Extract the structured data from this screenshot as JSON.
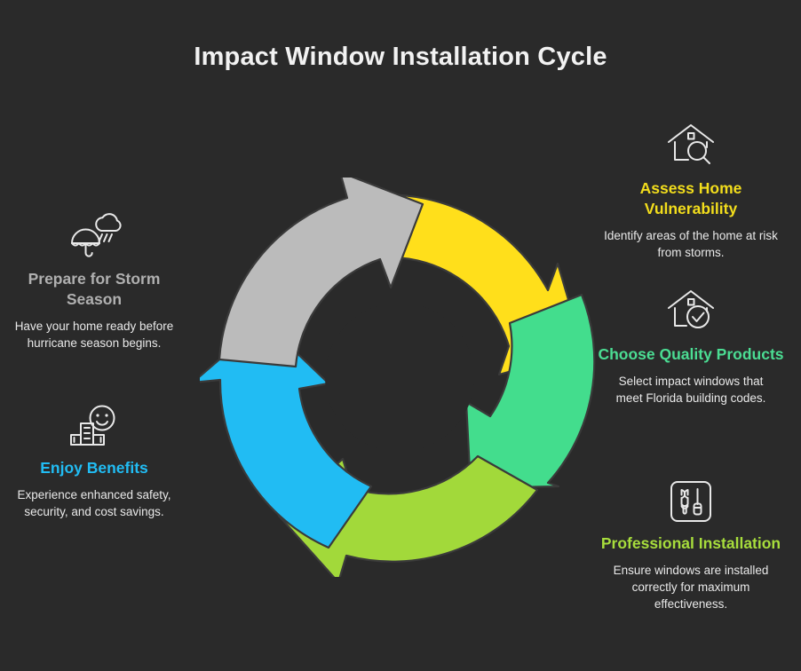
{
  "title": "Impact Window Installation Cycle",
  "theme": {
    "background": "#2a2a2a",
    "title_color": "#f2f2f2",
    "body_text_color": "#e9e9e9",
    "icon_stroke": "#e8e8e8"
  },
  "cycle": {
    "segments": [
      {
        "name": "assess-home-vulnerability",
        "color": "#ffdf1b",
        "position": "top-right"
      },
      {
        "name": "choose-quality-products",
        "color": "#43dd8d",
        "position": "right"
      },
      {
        "name": "professional-installation",
        "color": "#a2d93a",
        "position": "bottom"
      },
      {
        "name": "enjoy-benefits",
        "color": "#21bcf3",
        "position": "left"
      },
      {
        "name": "prepare-for-storm-season",
        "color": "#bbbbbb",
        "position": "top-left"
      }
    ],
    "hub_color": "#2a2a2a",
    "outline_color": "#3a3a3a"
  },
  "steps": {
    "assess": {
      "title": "Assess Home Vulnerability",
      "desc": "Identify areas of the home at risk from storms.",
      "color": "#f2dd1c",
      "icon": "house-magnifier-icon"
    },
    "choose": {
      "title": "Choose Quality Products",
      "desc": "Select impact windows that meet Florida building codes.",
      "color": "#4bdd93",
      "icon": "house-check-icon"
    },
    "install": {
      "title": "Professional Installation",
      "desc": "Ensure windows are installed correctly for maximum effectiveness.",
      "color": "#a7dd3c",
      "icon": "tools-box-icon"
    },
    "benefits": {
      "title": "Enjoy Benefits",
      "desc": "Experience enhanced safety, security, and cost savings.",
      "color": "#21bcf3",
      "icon": "smiley-money-icon"
    },
    "prepare": {
      "title": "Prepare for Storm Season",
      "desc": "Have your home ready before hurricane season begins.",
      "color": "#b0b0b0",
      "icon": "umbrella-rain-icon"
    }
  }
}
